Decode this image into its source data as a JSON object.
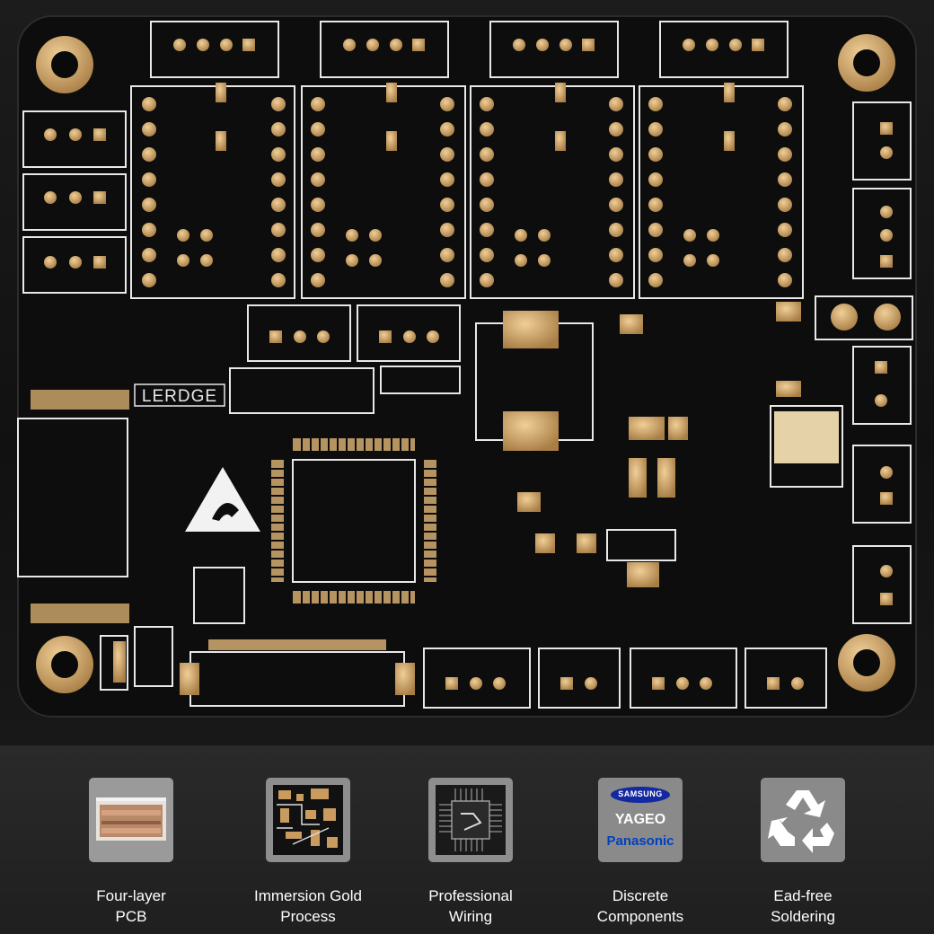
{
  "board": {
    "silkscreen_label": "LERDGE"
  },
  "features": [
    {
      "line1": "Four-layer",
      "line2": "PCB",
      "icon": "pcb-layers-icon"
    },
    {
      "line1": "Immersion Gold",
      "line2": "Process",
      "icon": "gold-board-icon"
    },
    {
      "line1": "Professional",
      "line2": "Wiring",
      "icon": "chip-wiring-icon"
    },
    {
      "line1": "Discrete",
      "line2": "Components",
      "icon": "brand-logos-icon"
    },
    {
      "line1": "Ead-free",
      "line2": "Soldering",
      "icon": "recycle-icon"
    }
  ],
  "brands": {
    "samsung": "SAMSUNG",
    "yageo": "YAGEO",
    "panasonic": "Panasonic"
  },
  "colors": {
    "background": "#222222",
    "board": "#0e0e0e",
    "silkscreen": "#e8e8e8",
    "gold": "#c9a36a",
    "tile": "#7d7d7d",
    "samsung_blue": "#1428a0",
    "panasonic_blue": "#0041c0"
  }
}
